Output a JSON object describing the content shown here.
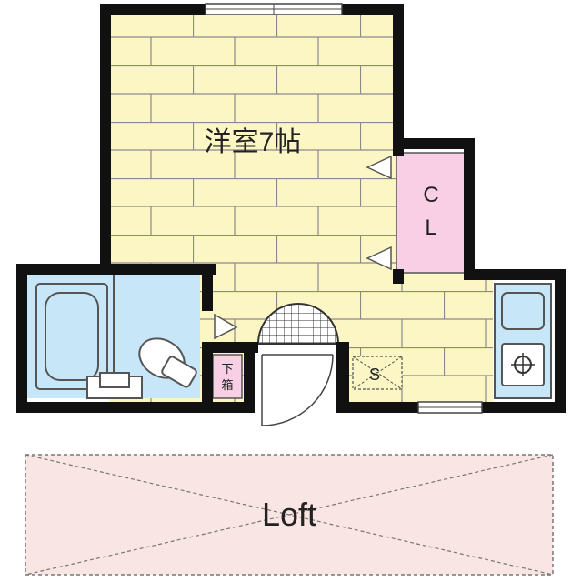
{
  "floorplan": {
    "main_room_label": "洋室7帖",
    "closet_label_line1": "C",
    "closet_label_line2": "L",
    "shoe_box_label_line1": "下",
    "shoe_box_label_line2": "箱",
    "storage_label": "S",
    "loft_label": "Loft"
  },
  "colors": {
    "wall": "#111111",
    "floor_tile": "#fbf6c4",
    "tile_grout": "#8a8a8a",
    "bathroom": "#c7e6f7",
    "kitchen": "#c7e6f7",
    "closet": "#f8cfe4",
    "shoe_box": "#f8cfe4",
    "loft": "#f9e5e3",
    "loft_border": "#777777"
  },
  "icons": [
    "bathtub-icon",
    "toilet-icon",
    "washbasin-icon",
    "sink-icon",
    "stove-burner-icon",
    "door-swing-icon",
    "window-icon"
  ]
}
